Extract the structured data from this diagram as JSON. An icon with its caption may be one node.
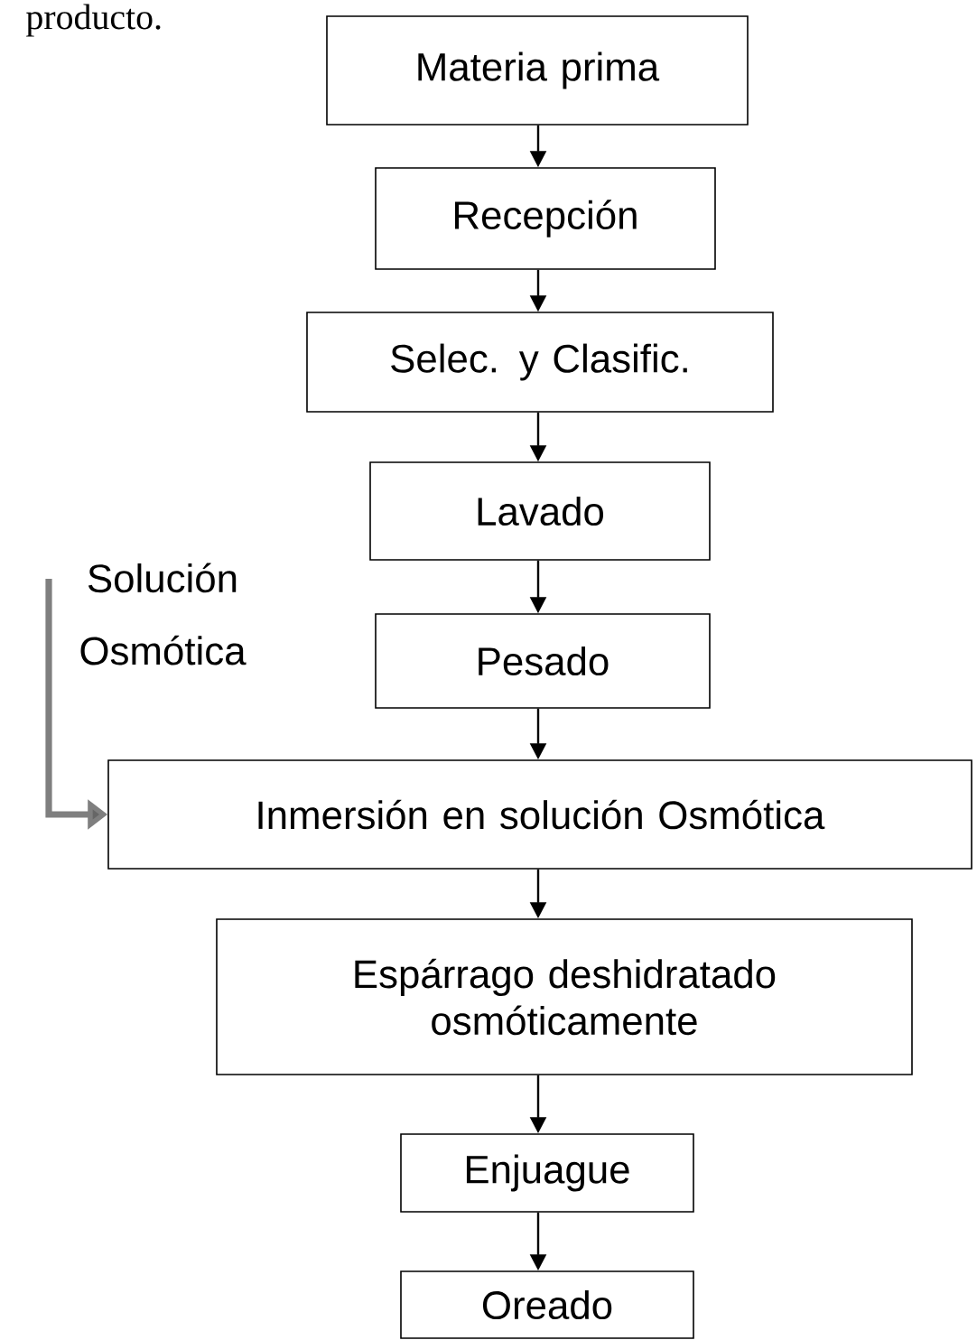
{
  "diagram": {
    "nodes": [
      {
        "text": [
          "Materia prima"
        ]
      },
      {
        "text": [
          "Recepción"
        ]
      },
      {
        "text": [
          "Selec. y Clasific."
        ]
      },
      {
        "text": [
          "Lavado"
        ]
      },
      {
        "text": [
          "Pesado"
        ]
      },
      {
        "text": [
          "Inmersión en solución Osmótica"
        ]
      },
      {
        "text": [
          "Espárrago deshidratado osmóticamente"
        ]
      },
      {
        "text": [
          "Enjuague"
        ]
      },
      {
        "text": [
          "Oreado"
        ]
      },
      {
        "text": [
          "Solución Osmótica"
        ]
      }
    ],
    "edges": [
      {
        "from": 0,
        "to": 1,
        "arrow": "to"
      },
      {
        "from": 1,
        "to": 2,
        "arrow": "to"
      },
      {
        "from": 2,
        "to": 3,
        "arrow": "to"
      },
      {
        "from": 3,
        "to": 4,
        "arrow": "to"
      },
      {
        "from": 4,
        "to": 5,
        "arrow": "to"
      },
      {
        "from": 5,
        "to": 6,
        "arrow": "to"
      },
      {
        "from": 6,
        "to": 7,
        "arrow": "to"
      },
      {
        "from": 7,
        "to": 8,
        "arrow": "to"
      },
      {
        "from": 9,
        "to": 5,
        "arrow": "to",
        "style": "thick",
        "color": "#7f7f7f"
      }
    ],
    "labels": [
      "producto."
    ]
  }
}
